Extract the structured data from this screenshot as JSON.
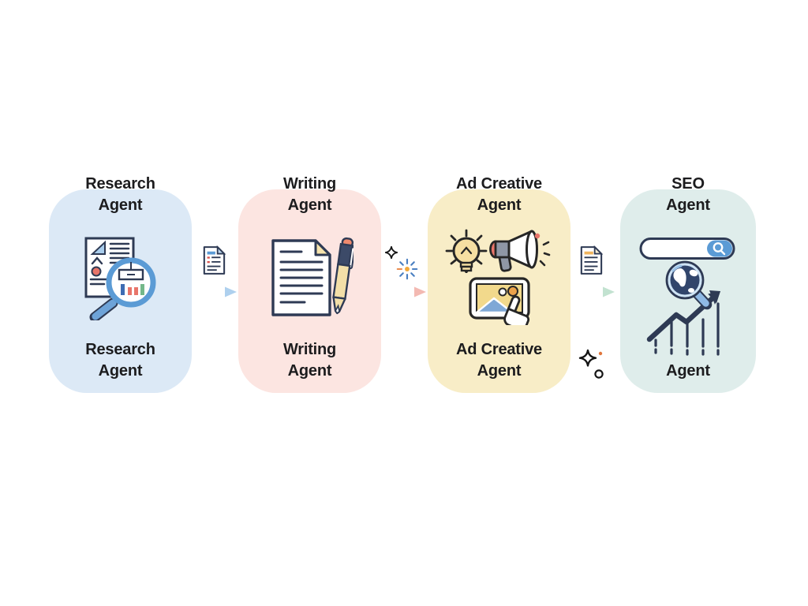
{
  "diagram_title": "",
  "colors": {
    "page_bg": "#ffffff",
    "card_research_bg": "#dce9f6",
    "card_writing_bg": "#fce5e1",
    "card_adcreative_bg": "#f8edc7",
    "card_seo_bg": "#dfedeb",
    "title_text": "#1c1c1e",
    "arrow_blue": "#aed0ee",
    "arrow_pink": "#f3b9b2",
    "arrow_green": "#c2e2d0",
    "icon_outline_navy": "#2e3a54",
    "accent_blue": "#5b9bd5",
    "accent_coral": "#e8756a",
    "accent_yellow": "#f6dfa2",
    "accent_green": "#74b88a",
    "accent_orange": "#eba24b"
  },
  "cards": [
    {
      "id": "research",
      "top_lines": [
        "Research",
        "Agent"
      ],
      "bottom_lines": [
        "Research",
        "Agent"
      ],
      "icon": "document-magnifier-chart-icon"
    },
    {
      "id": "writing",
      "top_lines": [
        "Writing",
        "Agent"
      ],
      "bottom_lines": [
        "Writing",
        "Agent"
      ],
      "icon": "document-pen-icon"
    },
    {
      "id": "ad-creative",
      "top_lines": [
        "Ad Creative",
        "Agent"
      ],
      "bottom_lines": [
        "Ad Creative",
        "Agent"
      ],
      "icon": "lightbulb-megaphone-image-click-icons"
    },
    {
      "id": "seo",
      "top_lines": [
        "SEO",
        "Agent"
      ],
      "bottom_lines": [
        "Agent"
      ],
      "icon": "searchbar-globe-growth-chart-icons"
    }
  ],
  "connectors": [
    {
      "between": "research-writing",
      "icon": "report-document-icon",
      "arrow_color": "#aed0ee"
    },
    {
      "between": "writing-adcreative",
      "icon": "sparkle-burst-icons",
      "arrow_color": "#f3b9b2"
    },
    {
      "between": "adcreative-seo",
      "icon": "content-document-icon",
      "arrow_color": "#c2e2d0"
    }
  ],
  "decorations": [
    {
      "icon": "sparkle-circle-icon",
      "position": "below-green-arrow"
    }
  ]
}
